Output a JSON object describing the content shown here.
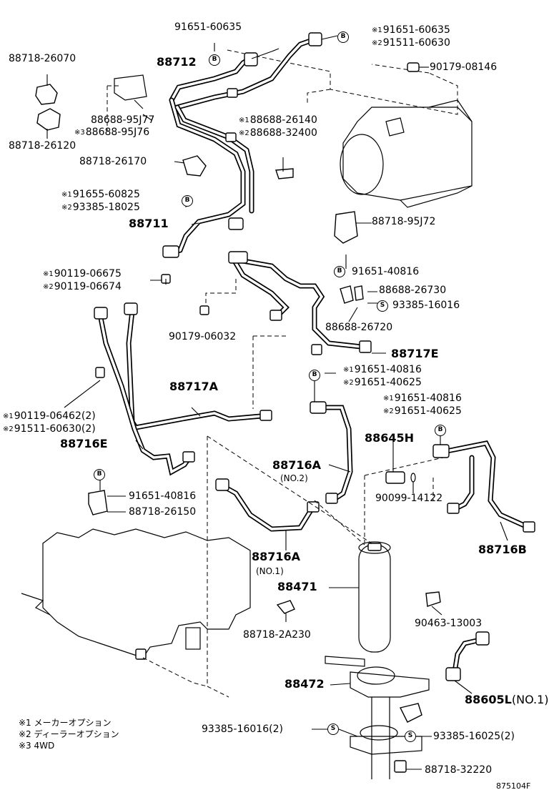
{
  "parts": {
    "p1": "91651-60635",
    "p2a": "91651-60635",
    "p2b": "91511-60630",
    "p3": "88718-26070",
    "p4": "88712",
    "p5": "90179-08146",
    "p6a": "88688-95J77",
    "p6b": "88688-95J76",
    "p7": "88718-26120",
    "p8a": "88688-26140",
    "p8b": "88688-32400",
    "p9": "88718-26170",
    "p10a": "91655-60825",
    "p10b": "93385-18025",
    "p11": "88711",
    "p12": "88718-95J72",
    "p13": "91651-40816",
    "p14a": "90119-06675",
    "p14b": "90119-06674",
    "p15": "88688-26730",
    "p16": "93385-16016",
    "p17": "88688-26720",
    "p18": "90179-06032",
    "p19": "88717E",
    "p20a": "91651-40816",
    "p20b": "91651-40625",
    "p21": "88717A",
    "p22a": "91651-40816",
    "p22b": "91651-40625",
    "p23a": "90119-06462(2)",
    "p23b": "91511-60630(2)",
    "p24": "88645H",
    "p25": "88716E",
    "p26": "88716A",
    "p26n": "(NO.2)",
    "p27": "90099-14122",
    "p28": "91651-40816",
    "p29": "88718-26150",
    "p30": "88716B",
    "p31": "88716A",
    "p31n": "(NO.1)",
    "p32": "88471",
    "p33": "90463-13003",
    "p34": "88718-2A230",
    "p35": "88472",
    "p36": "88605L",
    "p36n": "(NO.1)",
    "p37": "93385-16016(2)",
    "p38": "93385-16025(2)",
    "p39": "88718-32220"
  },
  "marks": {
    "m1": "※1",
    "m2": "※2",
    "m3": "※3"
  },
  "symbols": {
    "b": "B",
    "s": "S"
  },
  "notes": {
    "n1": "※1 メーカーオプション",
    "n2": "※2 ディーラーオプション",
    "n3": "※3 4WD"
  },
  "figure_code": "875104F"
}
